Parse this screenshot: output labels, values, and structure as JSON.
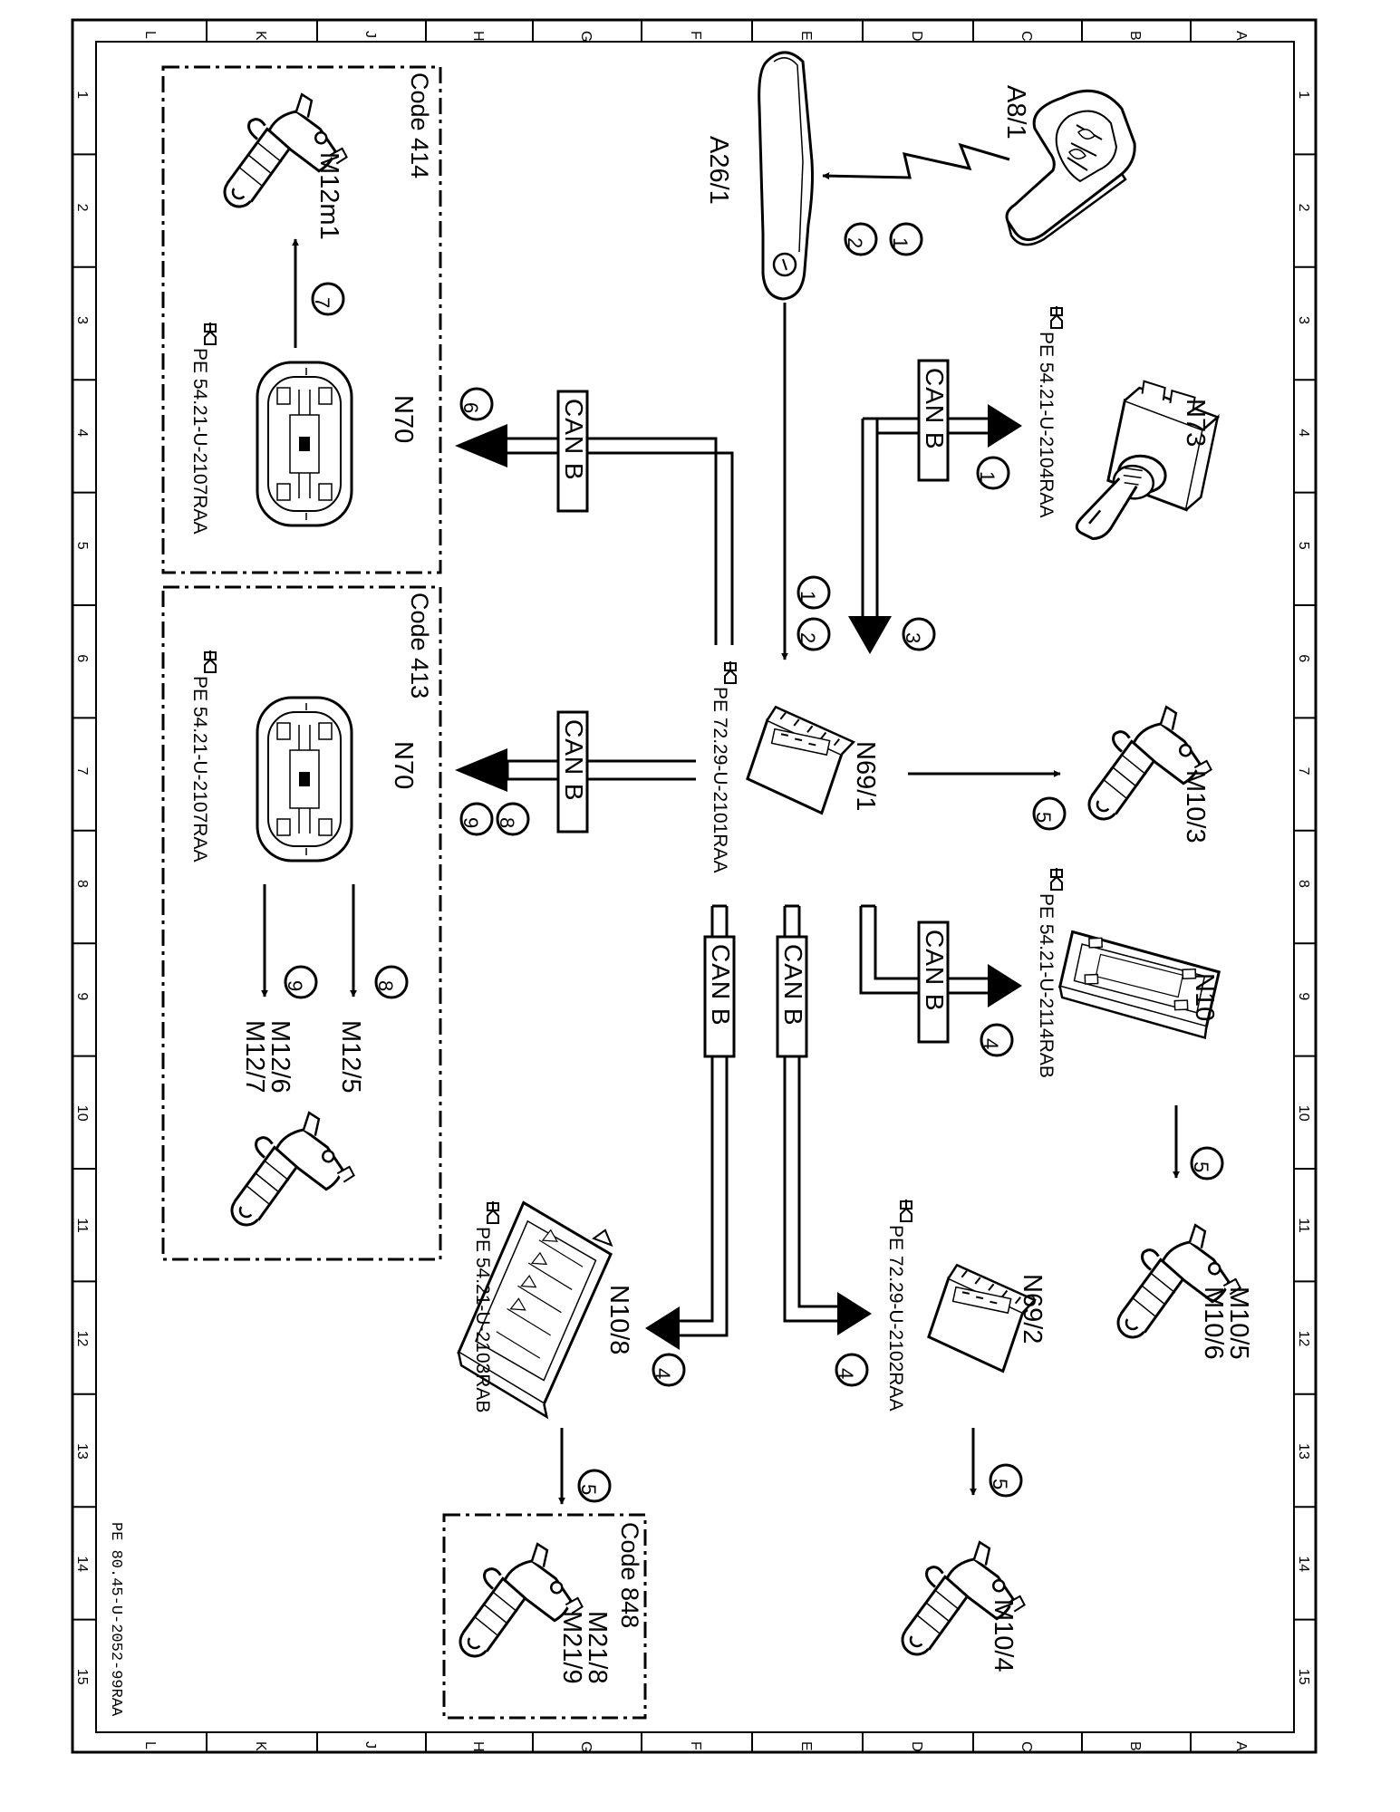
{
  "doc_ref": "PE 80.45-U-2052-99RAA",
  "frame": {
    "col_letters": [
      "L",
      "K",
      "J",
      "H",
      "G",
      "F",
      "E",
      "D",
      "C",
      "B",
      "A"
    ],
    "row_numbers": [
      "1",
      "2",
      "3",
      "4",
      "5",
      "6",
      "7",
      "8",
      "9",
      "10",
      "11",
      "12",
      "13",
      "14",
      "15"
    ]
  },
  "bus_label": "CAN B",
  "option_boxes": {
    "code414": "Code 414",
    "code413": "Code 413",
    "code848": "Code 848"
  },
  "components": {
    "a8_1": "A8/1",
    "a26_1": "A26/1",
    "n73": "N73",
    "n69_1": "N69/1",
    "m10_3": "M10/3",
    "n10": "N10",
    "m10_5": "M10/5",
    "m10_6": "M10/6",
    "n69_2": "N69/2",
    "m10_4": "M10/4",
    "n10_8": "N10/8",
    "m21_8": "M21/8",
    "m21_9": "M21/9",
    "n70_top": "N70",
    "m12m1": "M12m1",
    "n70_bottom": "N70",
    "m12_5": "M12/5",
    "m12_6": "M12/6",
    "m12_7": "M12/7"
  },
  "references": {
    "n73": "PE 54.21-U-2104RAA",
    "n69_1": "PE 72.29-U-2101RAA",
    "n10": "PE 54.21-U-2114RAB",
    "n69_2": "PE 72.29-U-2102RAA",
    "n10_8": "PE 54.21-U-2103RAB",
    "n70_top": "PE 54.21-U-2107RAA",
    "n70_bottom": "PE 54.21-U-2107RAA"
  },
  "steps": {
    "s1": "1",
    "s2": "2",
    "s3": "3",
    "s4": "4",
    "s5": "5",
    "s6": "6",
    "s7": "7",
    "s8": "8",
    "s9": "9"
  }
}
